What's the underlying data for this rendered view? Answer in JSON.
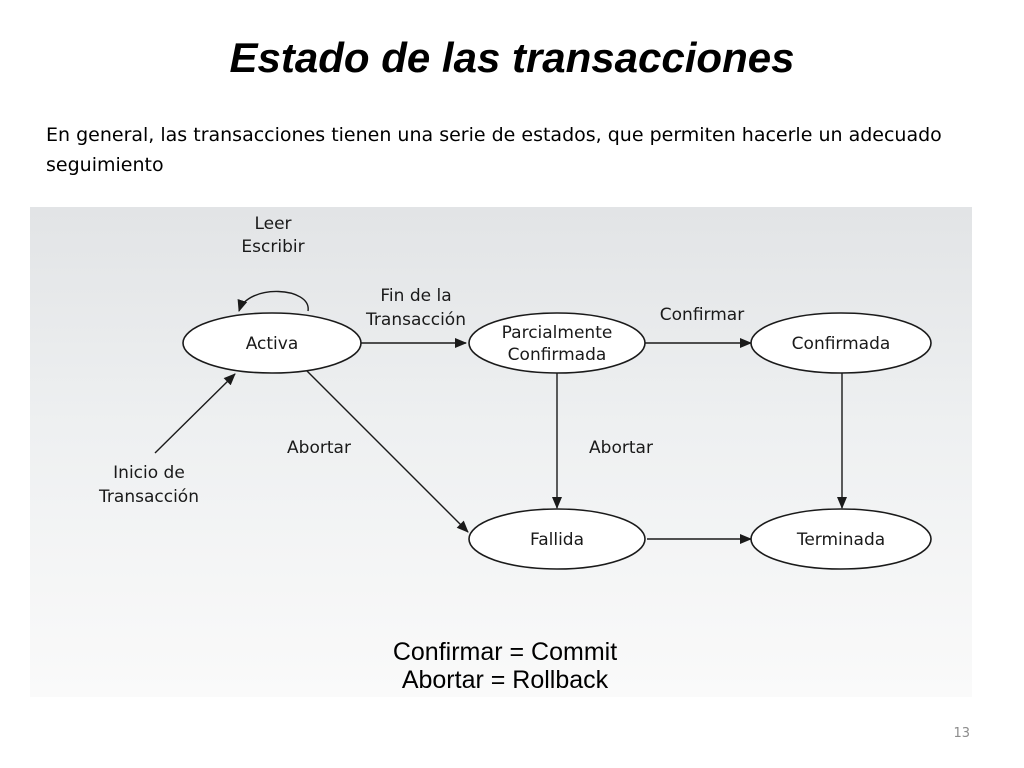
{
  "slide": {
    "title": "Estado de las transacciones",
    "body": "En general, las transacciones tienen una serie de estados, que permiten hacerle un adecuado seguimiento",
    "page_number": "13"
  },
  "diagram": {
    "nodes": {
      "activa": "Activa",
      "parcialmente_confirmada": [
        "Parcialmente",
        "Confirmada"
      ],
      "confirmada": "Confirmada",
      "fallida": "Fallida",
      "terminada": "Terminada"
    },
    "edge_labels": {
      "leer_escribir": [
        "Leer",
        "Escribir"
      ],
      "fin_transaccion": [
        "Fin de la",
        "Transacción"
      ],
      "confirmar": "Confirmar",
      "abortar_activa": "Abortar",
      "abortar_parcial": "Abortar",
      "inicio_transaccion": [
        "Inicio de",
        "Transacción"
      ]
    },
    "legend": [
      "Confirmar = Commit",
      "Abortar = Rollback"
    ]
  }
}
